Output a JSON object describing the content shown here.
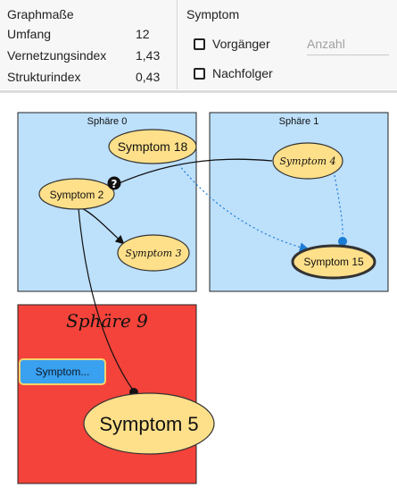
{
  "metrics_panel": {
    "title": "Graphmaße",
    "rows": [
      {
        "label": "Umfang",
        "value": "12"
      },
      {
        "label": "Vernetzungsindex",
        "value": "1,43"
      },
      {
        "label": "Strukturindex",
        "value": "0,43"
      }
    ]
  },
  "symptom_panel": {
    "title": "Symptom",
    "predecessor_label": "Vorgänger",
    "successor_label": "Nachfolger",
    "count_placeholder": "Anzahl"
  },
  "spheres": {
    "sphere0": {
      "label": "Sphäre 0",
      "color": "#bde0fb"
    },
    "sphere1": {
      "label": "Sphäre 1",
      "color": "#bde0fb"
    },
    "sphere9": {
      "label": "Sphäre 9",
      "color": "#f4433a"
    }
  },
  "nodes": {
    "symptom18": "Symptom 18",
    "symptom2": "Symptom 2",
    "symptom3": "Symptom 3",
    "symptom4": "Symptom 4",
    "symptom15": "Symptom 15",
    "symptom5": "Symptom 5",
    "collapsed": "Symptom..."
  },
  "colors": {
    "node_fill": "#ffe08a",
    "collapsed_fill": "#3aa0f0",
    "collapsed_border": "#f3d46b",
    "arrow_dotted": "#1c7cd6",
    "edge": "#111111"
  },
  "icons": {
    "help_badge": "question-circle-icon"
  }
}
